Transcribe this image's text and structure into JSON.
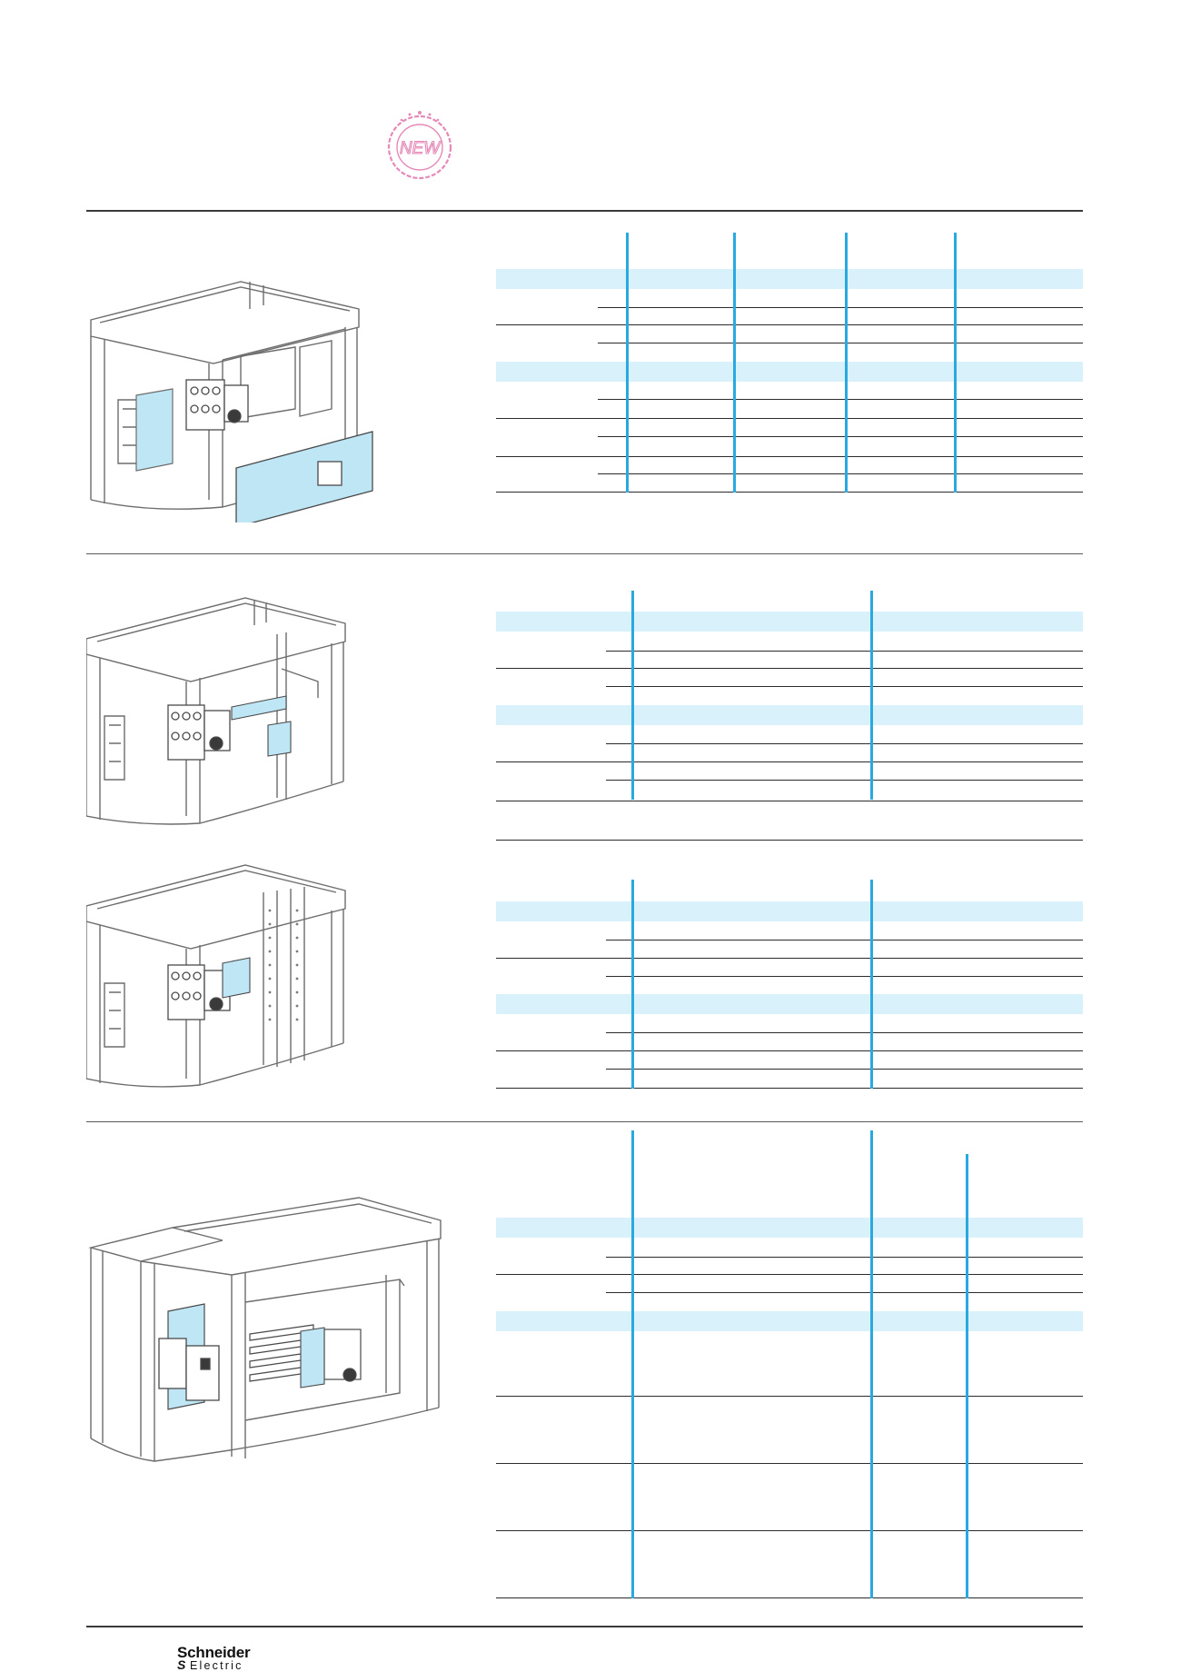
{
  "stamp": {
    "text": "NEW",
    "color": "#e58ab8"
  },
  "brand": {
    "logo_line1": "Schneider",
    "logo_line2": "Electric"
  },
  "colors": {
    "table_band": "#d9f1fb",
    "column_divider": "#2aa8e0",
    "rules": "#2b2b2b",
    "illustration_accent": "#bfe6f5"
  },
  "icons": [
    "enclosure-front-plate-illustration",
    "enclosure-side-switch-illustration",
    "enclosure-upright-switch-illustration",
    "enclosure-busbar-illustration"
  ]
}
